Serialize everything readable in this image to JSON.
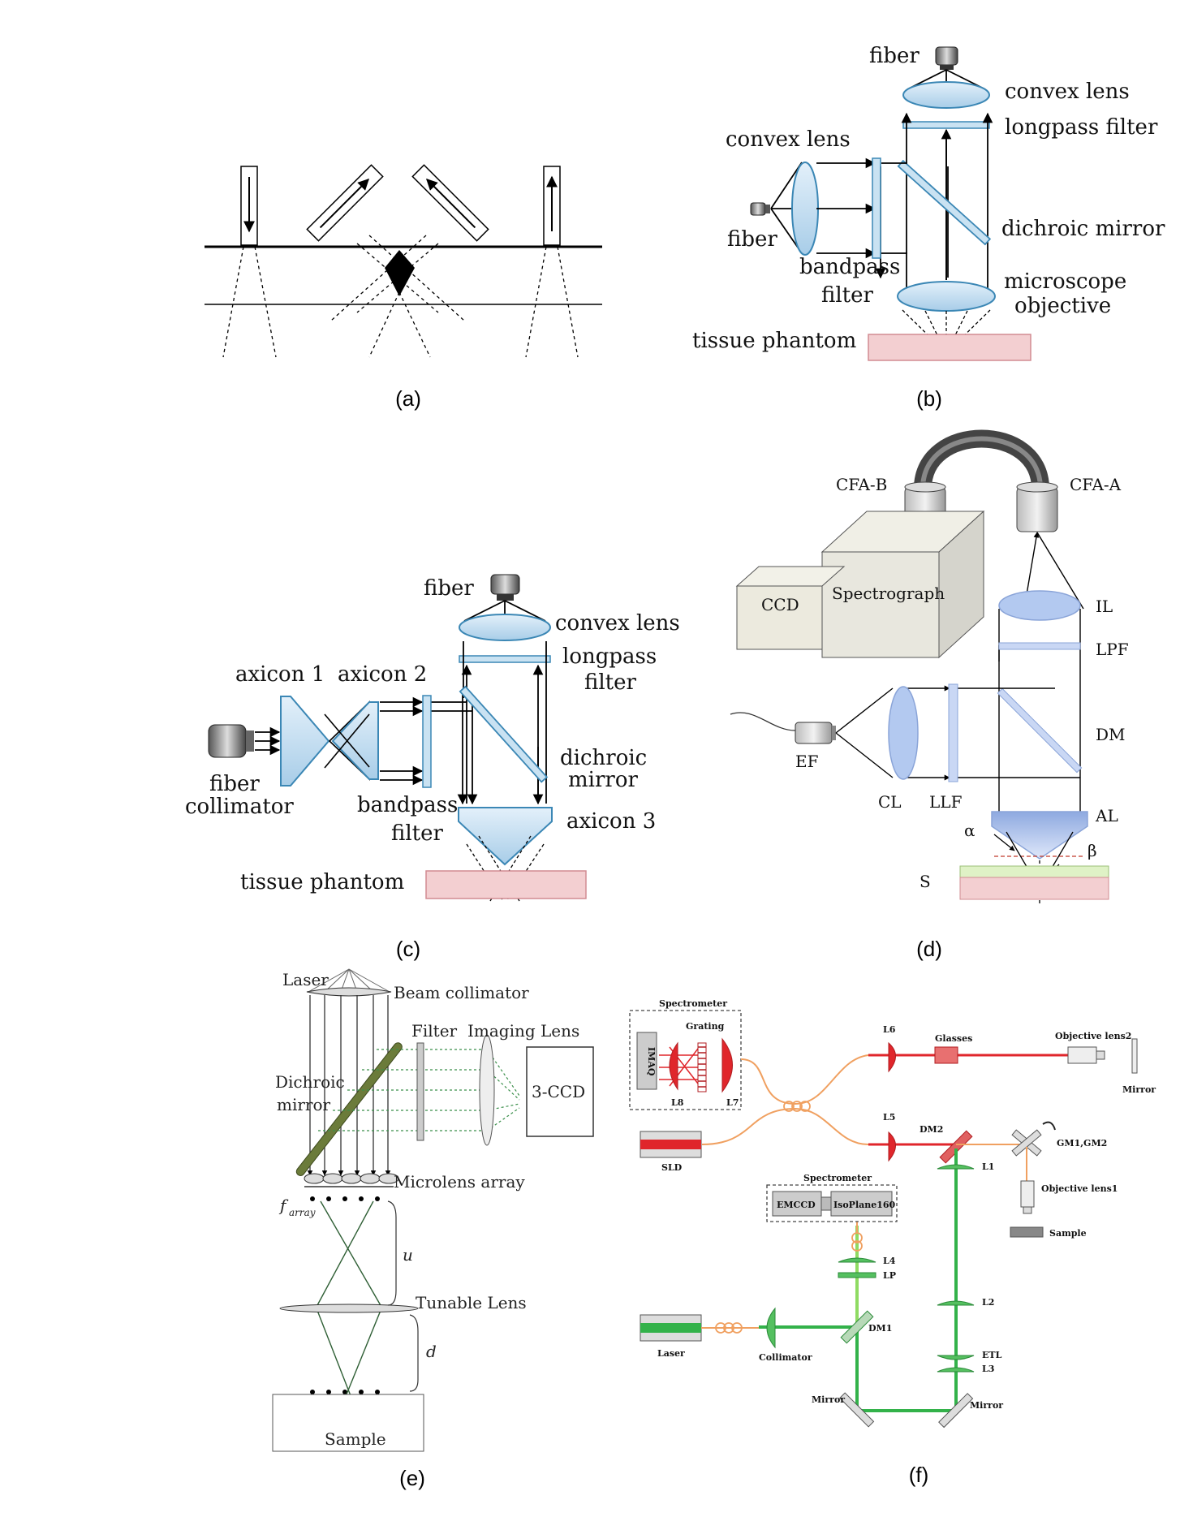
{
  "captions": {
    "a": "(a)",
    "b": "(b)",
    "c": "(c)",
    "d": "(d)",
    "e": "(e)",
    "f": "(f)"
  },
  "panel_b": {
    "fiber_top": "fiber",
    "convex_lens_top": "convex lens",
    "longpass": "longpass filter",
    "convex_lens_left": "convex lens",
    "fiber_left": "fiber",
    "dichroic": "dichroic mirror",
    "bandpass_1": "bandpass",
    "bandpass_2": "filter",
    "microscope": "microscope",
    "objective": "objective",
    "tissue": "tissue phantom"
  },
  "panel_c": {
    "fiber": "fiber",
    "convex_lens": "convex lens",
    "longpass_1": "longpass",
    "longpass_2": "filter",
    "axicon1": "axicon 1",
    "axicon2": "axicon 2",
    "dichroic_1": "dichroic",
    "dichroic_2": "mirror",
    "collimator_1": "fiber",
    "collimator_2": "collimator",
    "bandpass_1": "bandpass",
    "bandpass_2": "filter",
    "axicon3": "axicon 3",
    "tissue": "tissue phantom"
  },
  "panel_d": {
    "cfa_b": "CFA-B",
    "cfa_a": "CFA-A",
    "ccd": "CCD",
    "spectrograph": "Spectrograph",
    "il": "IL",
    "lpf": "LPF",
    "dm": "DM",
    "al": "AL",
    "ef": "EF",
    "cl": "CL",
    "llf": "LLF",
    "alpha": "α",
    "beta": "β",
    "s": "S"
  },
  "panel_e": {
    "laser": "Laser",
    "beam_collimator": "Beam collimator",
    "filter": "Filter",
    "imaging_lens": "Imaging Lens",
    "ccd": "3-CCD",
    "dichroic_1": "Dichroic",
    "dichroic_2": "mirror",
    "microlens": "Microlens array",
    "f_array": "f",
    "f_array_sub": "array",
    "u": "u",
    "tunable": "Tunable Lens",
    "d": "d",
    "sample": "Sample"
  },
  "panel_f": {
    "spectrometer_top": "Spectrometer",
    "grating": "Grating",
    "imaq": "IMAQ",
    "l8": "L8",
    "l7": "L7",
    "l6": "L6",
    "glasses": "Glasses",
    "objective2": "Objective lens2",
    "mirror_right": "Mirror",
    "l5": "L5",
    "dm2": "DM2",
    "gm": "GM1,GM2",
    "sld": "SLD",
    "l1": "L1",
    "objective1": "Objective lens1",
    "sample": "Sample",
    "spectrometer_mid": "Spectrometer",
    "emccd": "EMCCD",
    "isoplane": "IsoPlane160",
    "l4": "L4",
    "lp": "LP",
    "l2": "L2",
    "dm1": "DM1",
    "etl": "ETL",
    "l3": "L3",
    "laser": "Laser",
    "collimator": "Collimator",
    "mirror_bl": "Mirror",
    "mirror_br": "Mirror"
  },
  "colors": {
    "lens_fill": "#c9e2f2",
    "lens_stroke": "#3b87b5",
    "phantom": "#f3cfd1",
    "green": "#33b24a",
    "red": "#e0262b",
    "orange": "#f0a060"
  }
}
